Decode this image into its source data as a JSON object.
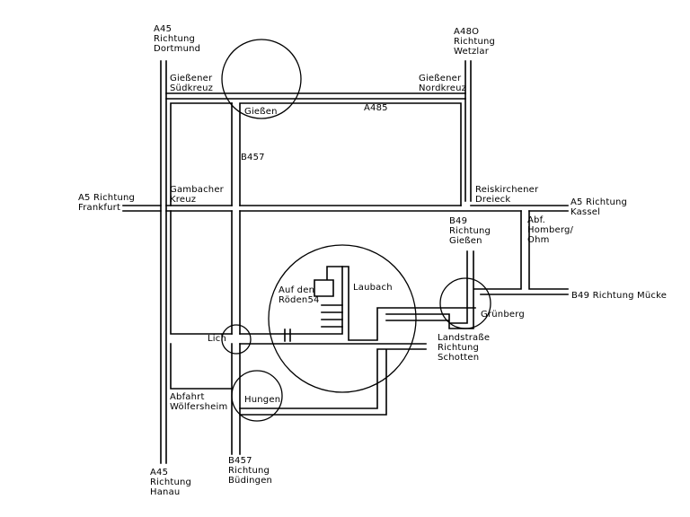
{
  "labels": {
    "a45_north": "A45\nRichtung\nDortmund",
    "a480_north": "A48O\nRichtung\nWetzlar",
    "giessener_suedkreuz": "Gießener\nSüdkreuz",
    "giessener_nordkreuz": "Gießener\nNordkreuz",
    "giessen": "Gießen",
    "a485": "A485",
    "b457_north": "B457",
    "a5_frankfurt": "A5 Richtung\nFrankfurt",
    "gambacher_kreuz": "Gambacher\nKreuz",
    "reiskirchener_dreieck": "Reiskirchener\nDreieck",
    "a5_kassel": "A5 Richtung\nKassel",
    "b49_giessen": "B49\nRichtung\nGießen",
    "abf_homberg": "Abf.\nHomberg/\nOhm",
    "auf_den_roeden": "Auf den\nRöden54",
    "laubach": "Laubach",
    "b49_muecke": "B49 Richtung Mücke",
    "gruenberg": "Grünberg",
    "lich": "Lich",
    "landstrasse_schotten": "Landstraße\nRichtung\nSchotten",
    "abfahrt_woelfersheim": "Abfahrt\nWölfersheim",
    "hungen": "Hungen",
    "a45_south": "A45\nRichtung\nHanau",
    "b457_south": "B457\nRichtung\nBüdingen"
  },
  "colors": {
    "ink": "#000000",
    "paper": "#ffffff"
  }
}
